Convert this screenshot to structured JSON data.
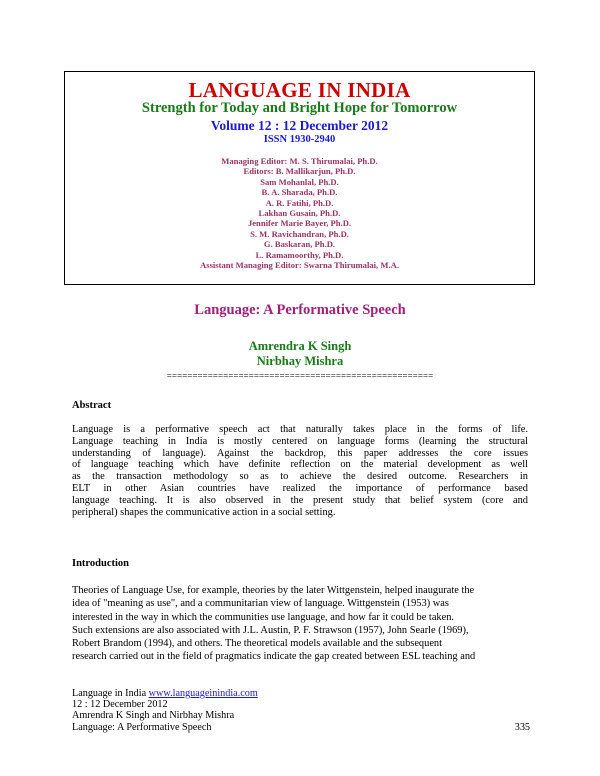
{
  "header": {
    "journal_title": "LANGUAGE IN INDIA",
    "tagline": "Strength for Today and Bright Hope for Tomorrow",
    "volume": "Volume 12 : 12 December 2012",
    "issn": "ISSN 1930-2940",
    "editors": [
      "Managing Editor: M. S. Thirumalai, Ph.D.",
      "Editors: B. Mallikarjun, Ph.D.",
      "Sam Mohanlal, Ph.D.",
      "B. A. Sharada, Ph.D.",
      "A. R. Fatihi, Ph.D.",
      "Lakhan Gusain, Ph.D.",
      "Jennifer Marie Bayer, Ph.D.",
      "S. M. Ravichandran, Ph.D.",
      "G. Baskaran, Ph.D.",
      "L. Ramamoorthy, Ph.D.",
      "Assistant Managing Editor: Swarna Thirumalai, M.A."
    ]
  },
  "article": {
    "title": "Language: A Performative Speech",
    "authors": [
      "Amrendra K Singh",
      "Nirbhay Mishra"
    ],
    "separator": "====================================================",
    "abstract_heading": "Abstract",
    "abstract_lines": [
      "Language is a performative speech act that naturally takes place in the forms of life.",
      "Language teaching in India is mostly centered on language forms (learning the structural",
      "understanding of language). Against the backdrop, this paper addresses the core issues",
      "of language teaching which have definite reflection on the material development as well",
      "as the transaction methodology so as to achieve the desired outcome. Researchers in",
      "ELT in other Asian countries have realized the importance of performance based",
      "language teaching. It is also observed in the present study that belief system (core and",
      "peripheral) shapes the communicative action in a social setting."
    ],
    "introduction_heading": "Introduction",
    "introduction_lines": [
      "Theories of Language Use, for example, theories by the later Wittgenstein, helped inaugurate the",
      "idea of \"meaning as use\", and a communitarian view of language. Wittgenstein (1953) was",
      "interested in the way in which the communities use language, and how far it could be taken.",
      "Such extensions are also associated with J.L. Austin, P. F. Strawson (1957), John Searle (1969),",
      "Robert Brandom (1994), and others. The theoretical models available and the subsequent",
      "research carried out in the field of pragmatics indicate the gap created between ESL teaching and"
    ]
  },
  "footer": {
    "journal_prefix": "Language in India",
    "website": "www.languageinindia.com",
    "issue": "12 : 12 December 2012",
    "authors": "Amrendra K Singh  and Nirbhay Mishra",
    "article_title": "Language: A Performative Speech",
    "page_number": "335"
  },
  "colors": {
    "journal_title": "#cc0000",
    "tagline": "#1a7a1a",
    "volume": "#1a1ad0",
    "editors": "#993366",
    "article_title": "#a0207a",
    "authors": "#1a7a1a",
    "link": "#1a1ad0"
  }
}
